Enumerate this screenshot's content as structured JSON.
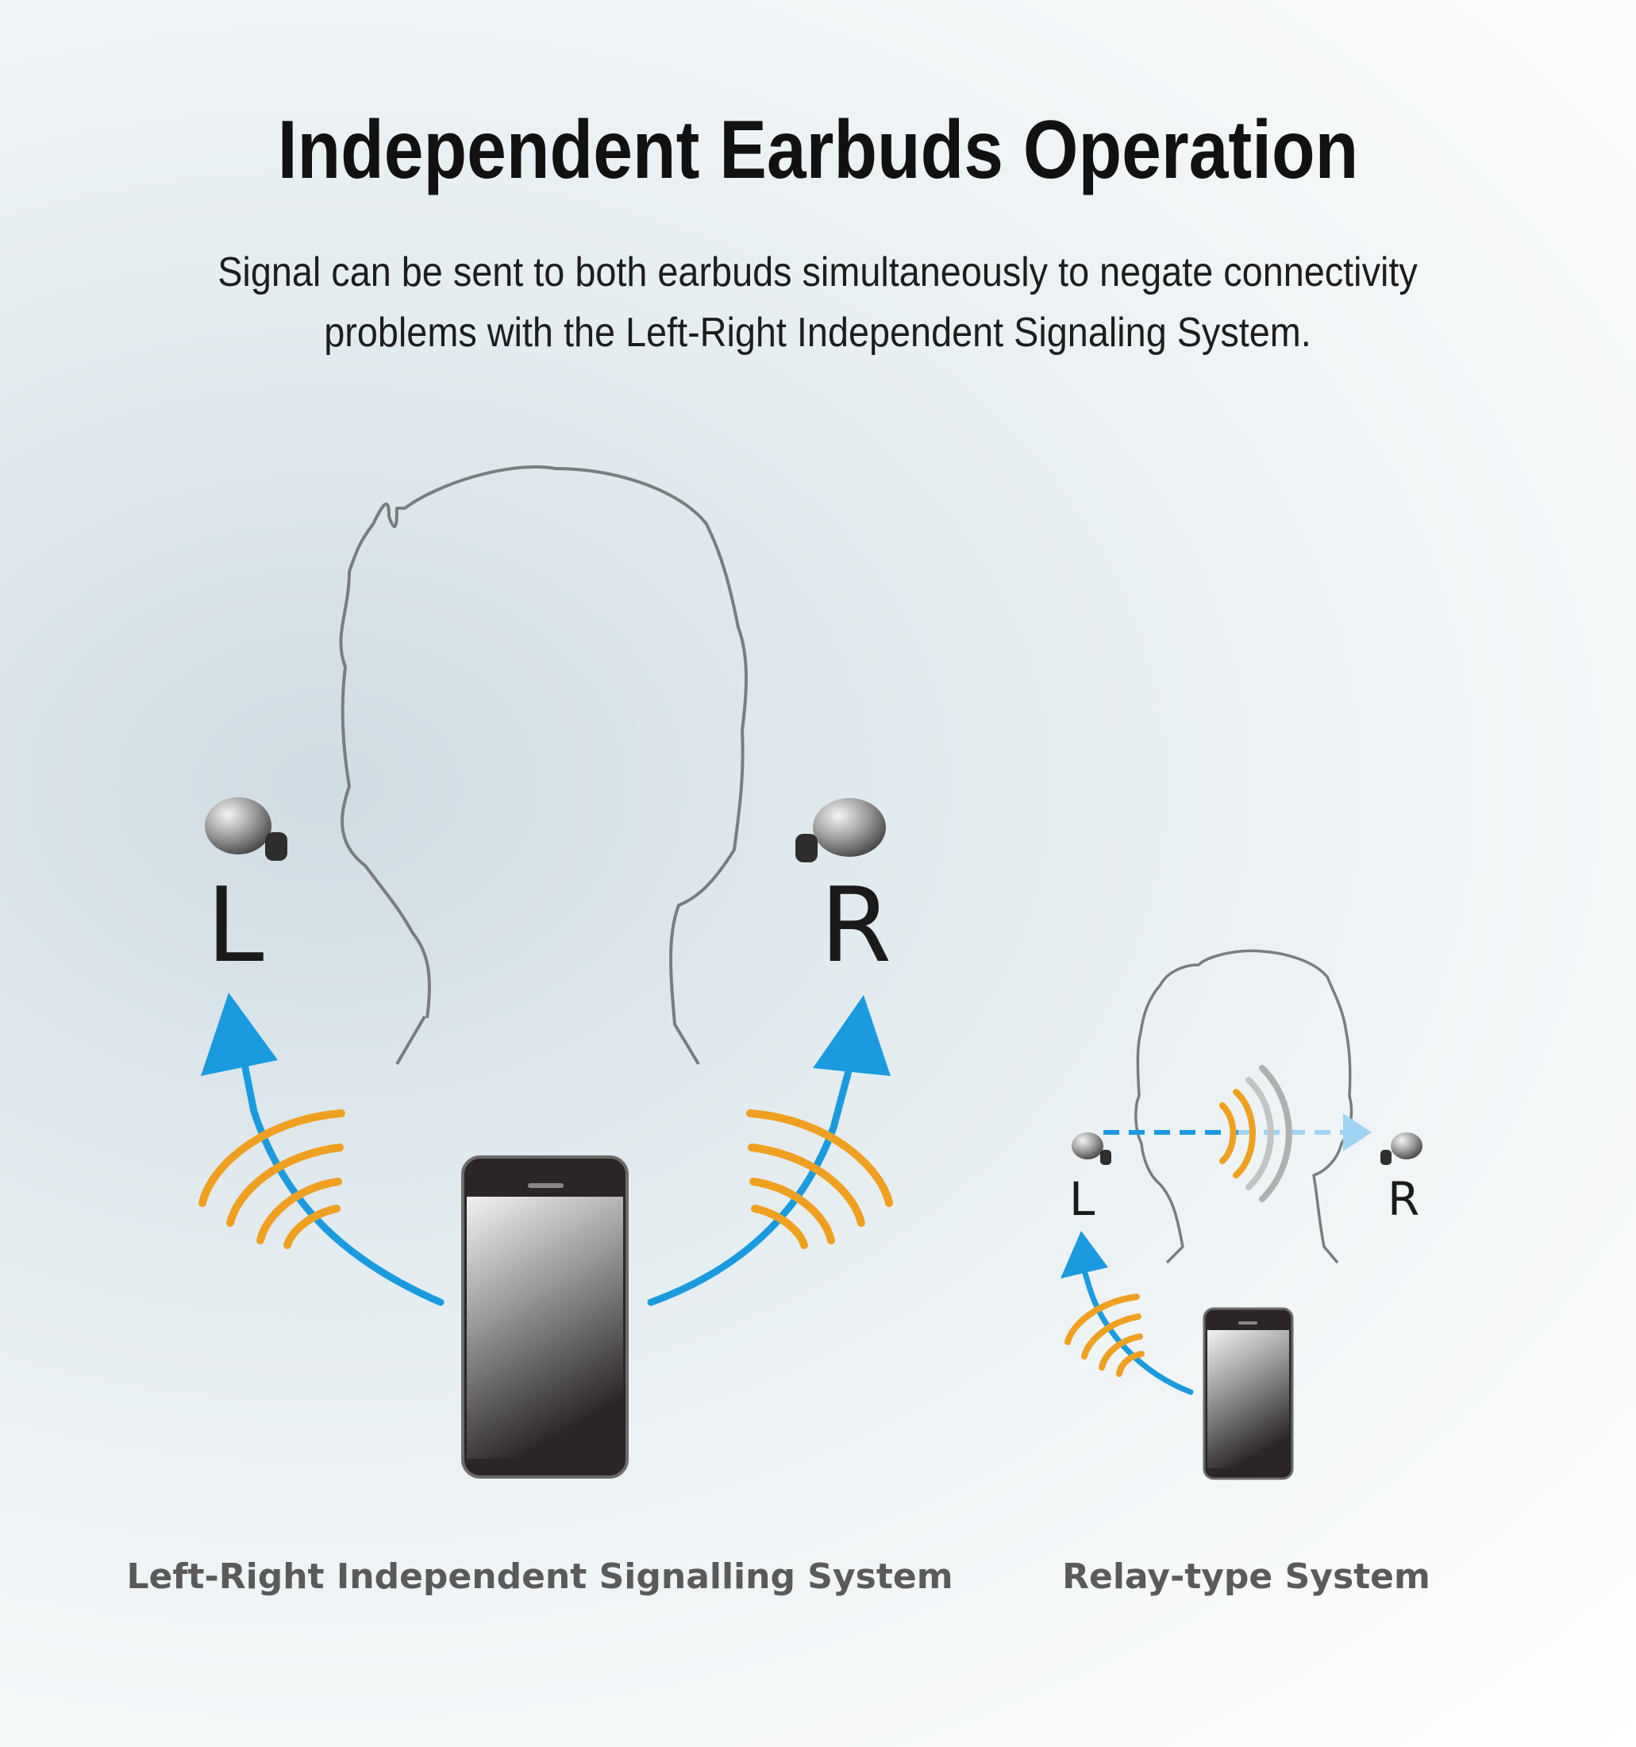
{
  "header": {
    "title": "Independent Earbuds Operation",
    "subtitle": "Signal can be sent to both earbuds simultaneously to negate connectivity problems with the Left-Right Independent Signaling System."
  },
  "left_diagram": {
    "label_left": "L",
    "label_right": "R",
    "caption": "Left-Right Independent Signalling System"
  },
  "right_diagram": {
    "label_left": "L",
    "label_right": "R",
    "caption": "Relay-type System"
  },
  "colors": {
    "signal_arrow": "#1a9be0",
    "signal_waves": "#f0a020",
    "relay_waves": "#b8b8b8",
    "outline": "#7a7d80"
  }
}
